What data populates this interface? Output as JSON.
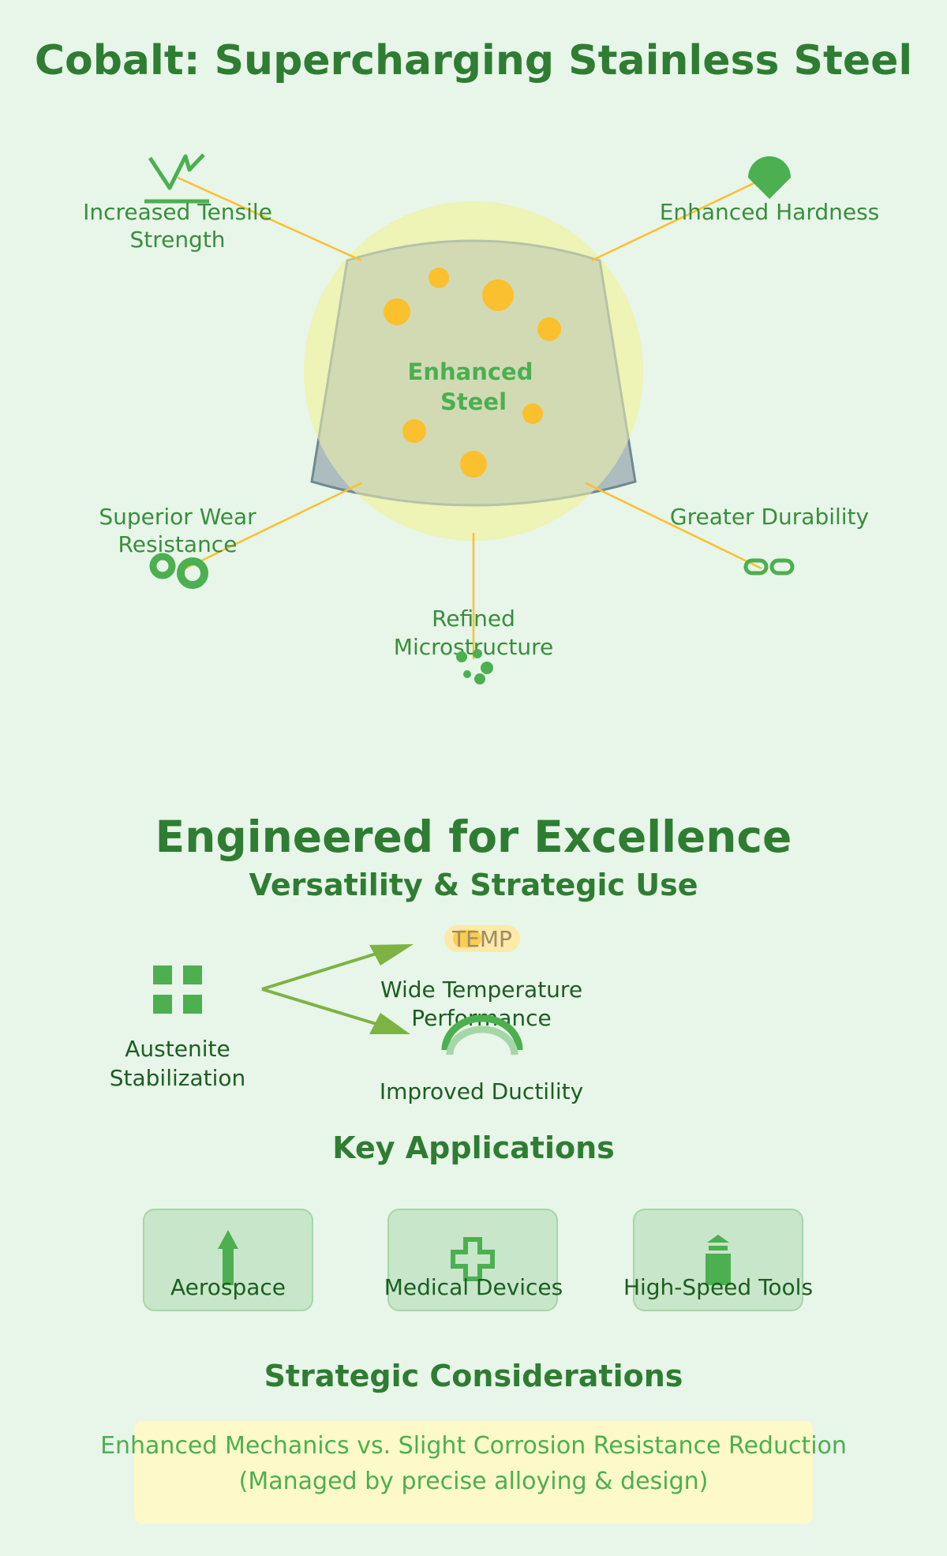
{
  "title": "Cobalt: Supercharging Stainless Steel",
  "core": {
    "line1": "Enhanced",
    "line2": "Steel"
  },
  "benefits": {
    "tensile": {
      "line1": "Increased Tensile",
      "line2": "Strength"
    },
    "hardness": {
      "line1": "Enhanced Hardness"
    },
    "wear": {
      "line1": "Superior Wear",
      "line2": "Resistance"
    },
    "durability": {
      "line1": "Greater Durability"
    },
    "microstructure": {
      "line1": "Refined",
      "line2": "Microstructure"
    }
  },
  "section2": {
    "heading": "Engineered for Excellence",
    "subheading": "Versatility & Strategic Use",
    "austenite": {
      "line1": "Austenite",
      "line2": "Stabilization"
    },
    "temp_badge": "TEMP",
    "temperature": {
      "line1": "Wide Temperature",
      "line2": "Performance"
    },
    "ductility": "Improved Ductility"
  },
  "applications": {
    "heading": "Key Applications",
    "items": [
      "Aerospace",
      "Medical Devices",
      "High-Speed Tools"
    ]
  },
  "strategic": {
    "heading": "Strategic Considerations",
    "line1": "Enhanced Mechanics vs. Slight Corrosion Resistance Reduction",
    "line2": "(Managed by precise alloying & design)"
  },
  "colors": {
    "background": "#e8f5e9",
    "primary_green": "#2e7d32",
    "accent_yellow": "#fbc02d",
    "steel_blue_gray": "#90a4ae"
  }
}
